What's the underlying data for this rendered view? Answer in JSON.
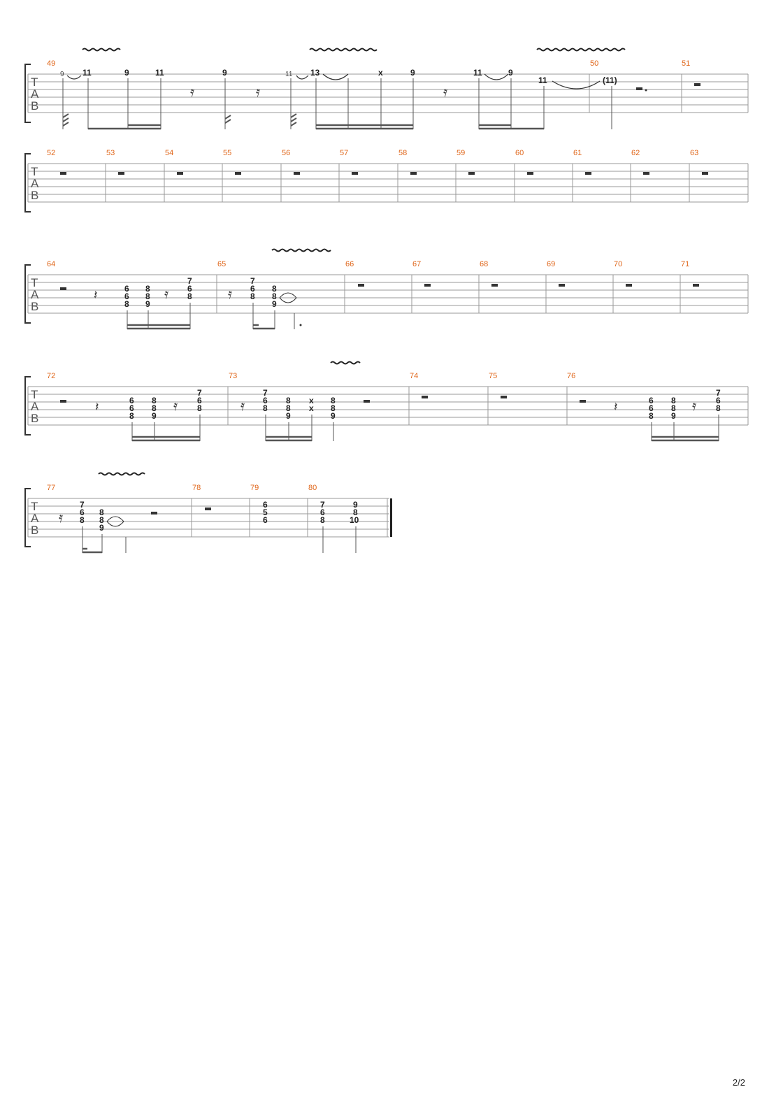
{
  "page": {
    "number_label": "2/2"
  },
  "tab_clef": [
    "T",
    "A",
    "B"
  ],
  "systems": [
    {
      "measures": [
        "49",
        "50",
        "51"
      ],
      "frets": [
        {
          "t": "9",
          "small": true
        },
        {
          "t": "11"
        },
        {
          "t": "9"
        },
        {
          "t": "11"
        },
        {
          "t": "9"
        },
        {
          "t": "11",
          "small": true
        },
        {
          "t": "13"
        },
        {
          "t": "x"
        },
        {
          "t": "9"
        },
        {
          "t": "11"
        },
        {
          "t": "9"
        },
        {
          "t": "11"
        },
        {
          "t": "(11)"
        }
      ]
    },
    {
      "measures": [
        "52",
        "53",
        "54",
        "55",
        "56",
        "57",
        "58",
        "59",
        "60",
        "61",
        "62",
        "63"
      ],
      "frets": []
    },
    {
      "measures": [
        "64",
        "65",
        "66",
        "67",
        "68",
        "69",
        "70",
        "71"
      ],
      "frets": [
        {
          "t": "6"
        },
        {
          "t": "6"
        },
        {
          "t": "8"
        },
        {
          "t": "8"
        },
        {
          "t": "8"
        },
        {
          "t": "9"
        },
        {
          "t": "7"
        },
        {
          "t": "6"
        },
        {
          "t": "8"
        },
        {
          "t": "7"
        },
        {
          "t": "6"
        },
        {
          "t": "8"
        },
        {
          "t": "8"
        },
        {
          "t": "8"
        },
        {
          "t": "9"
        }
      ]
    },
    {
      "measures": [
        "72",
        "73",
        "74",
        "75",
        "76"
      ],
      "frets": [
        {
          "t": "6"
        },
        {
          "t": "6"
        },
        {
          "t": "8"
        },
        {
          "t": "8"
        },
        {
          "t": "8"
        },
        {
          "t": "9"
        },
        {
          "t": "7"
        },
        {
          "t": "6"
        },
        {
          "t": "8"
        },
        {
          "t": "7"
        },
        {
          "t": "6"
        },
        {
          "t": "8"
        },
        {
          "t": "8"
        },
        {
          "t": "8"
        },
        {
          "t": "9"
        },
        {
          "t": "x"
        },
        {
          "t": "x"
        },
        {
          "t": "8"
        },
        {
          "t": "8"
        },
        {
          "t": "9"
        },
        {
          "t": "6"
        },
        {
          "t": "6"
        },
        {
          "t": "8"
        },
        {
          "t": "8"
        },
        {
          "t": "8"
        },
        {
          "t": "9"
        },
        {
          "t": "7"
        },
        {
          "t": "6"
        },
        {
          "t": "8"
        }
      ]
    },
    {
      "measures": [
        "77",
        "78",
        "79",
        "80"
      ],
      "frets": [
        {
          "t": "7"
        },
        {
          "t": "6"
        },
        {
          "t": "8"
        },
        {
          "t": "8"
        },
        {
          "t": "8"
        },
        {
          "t": "9"
        },
        {
          "t": "6"
        },
        {
          "t": "5"
        },
        {
          "t": "6"
        },
        {
          "t": "7"
        },
        {
          "t": "6"
        },
        {
          "t": "8"
        },
        {
          "t": "9"
        },
        {
          "t": "8"
        },
        {
          "t": "10"
        }
      ]
    }
  ]
}
